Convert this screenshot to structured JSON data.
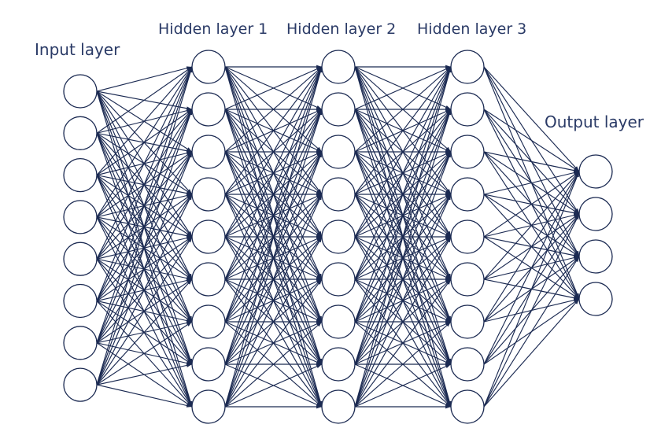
{
  "diagram": {
    "colors": {
      "edge": "#1b2a52",
      "node_stroke": "#1b2a52",
      "node_fill": "#ffffff",
      "label": "#2a3a66"
    },
    "layers": [
      {
        "id": "input",
        "label": "Input layer",
        "nodes": 8
      },
      {
        "id": "h1",
        "label": "Hidden layer 1",
        "nodes": 9
      },
      {
        "id": "h2",
        "label": "Hidden layer 2",
        "nodes": 9
      },
      {
        "id": "h3",
        "label": "Hidden layer 3",
        "nodes": 9
      },
      {
        "id": "output",
        "label": "Output layer",
        "nodes": 4
      }
    ],
    "connectivity": "fully-connected",
    "edge_arrowheads": true
  }
}
